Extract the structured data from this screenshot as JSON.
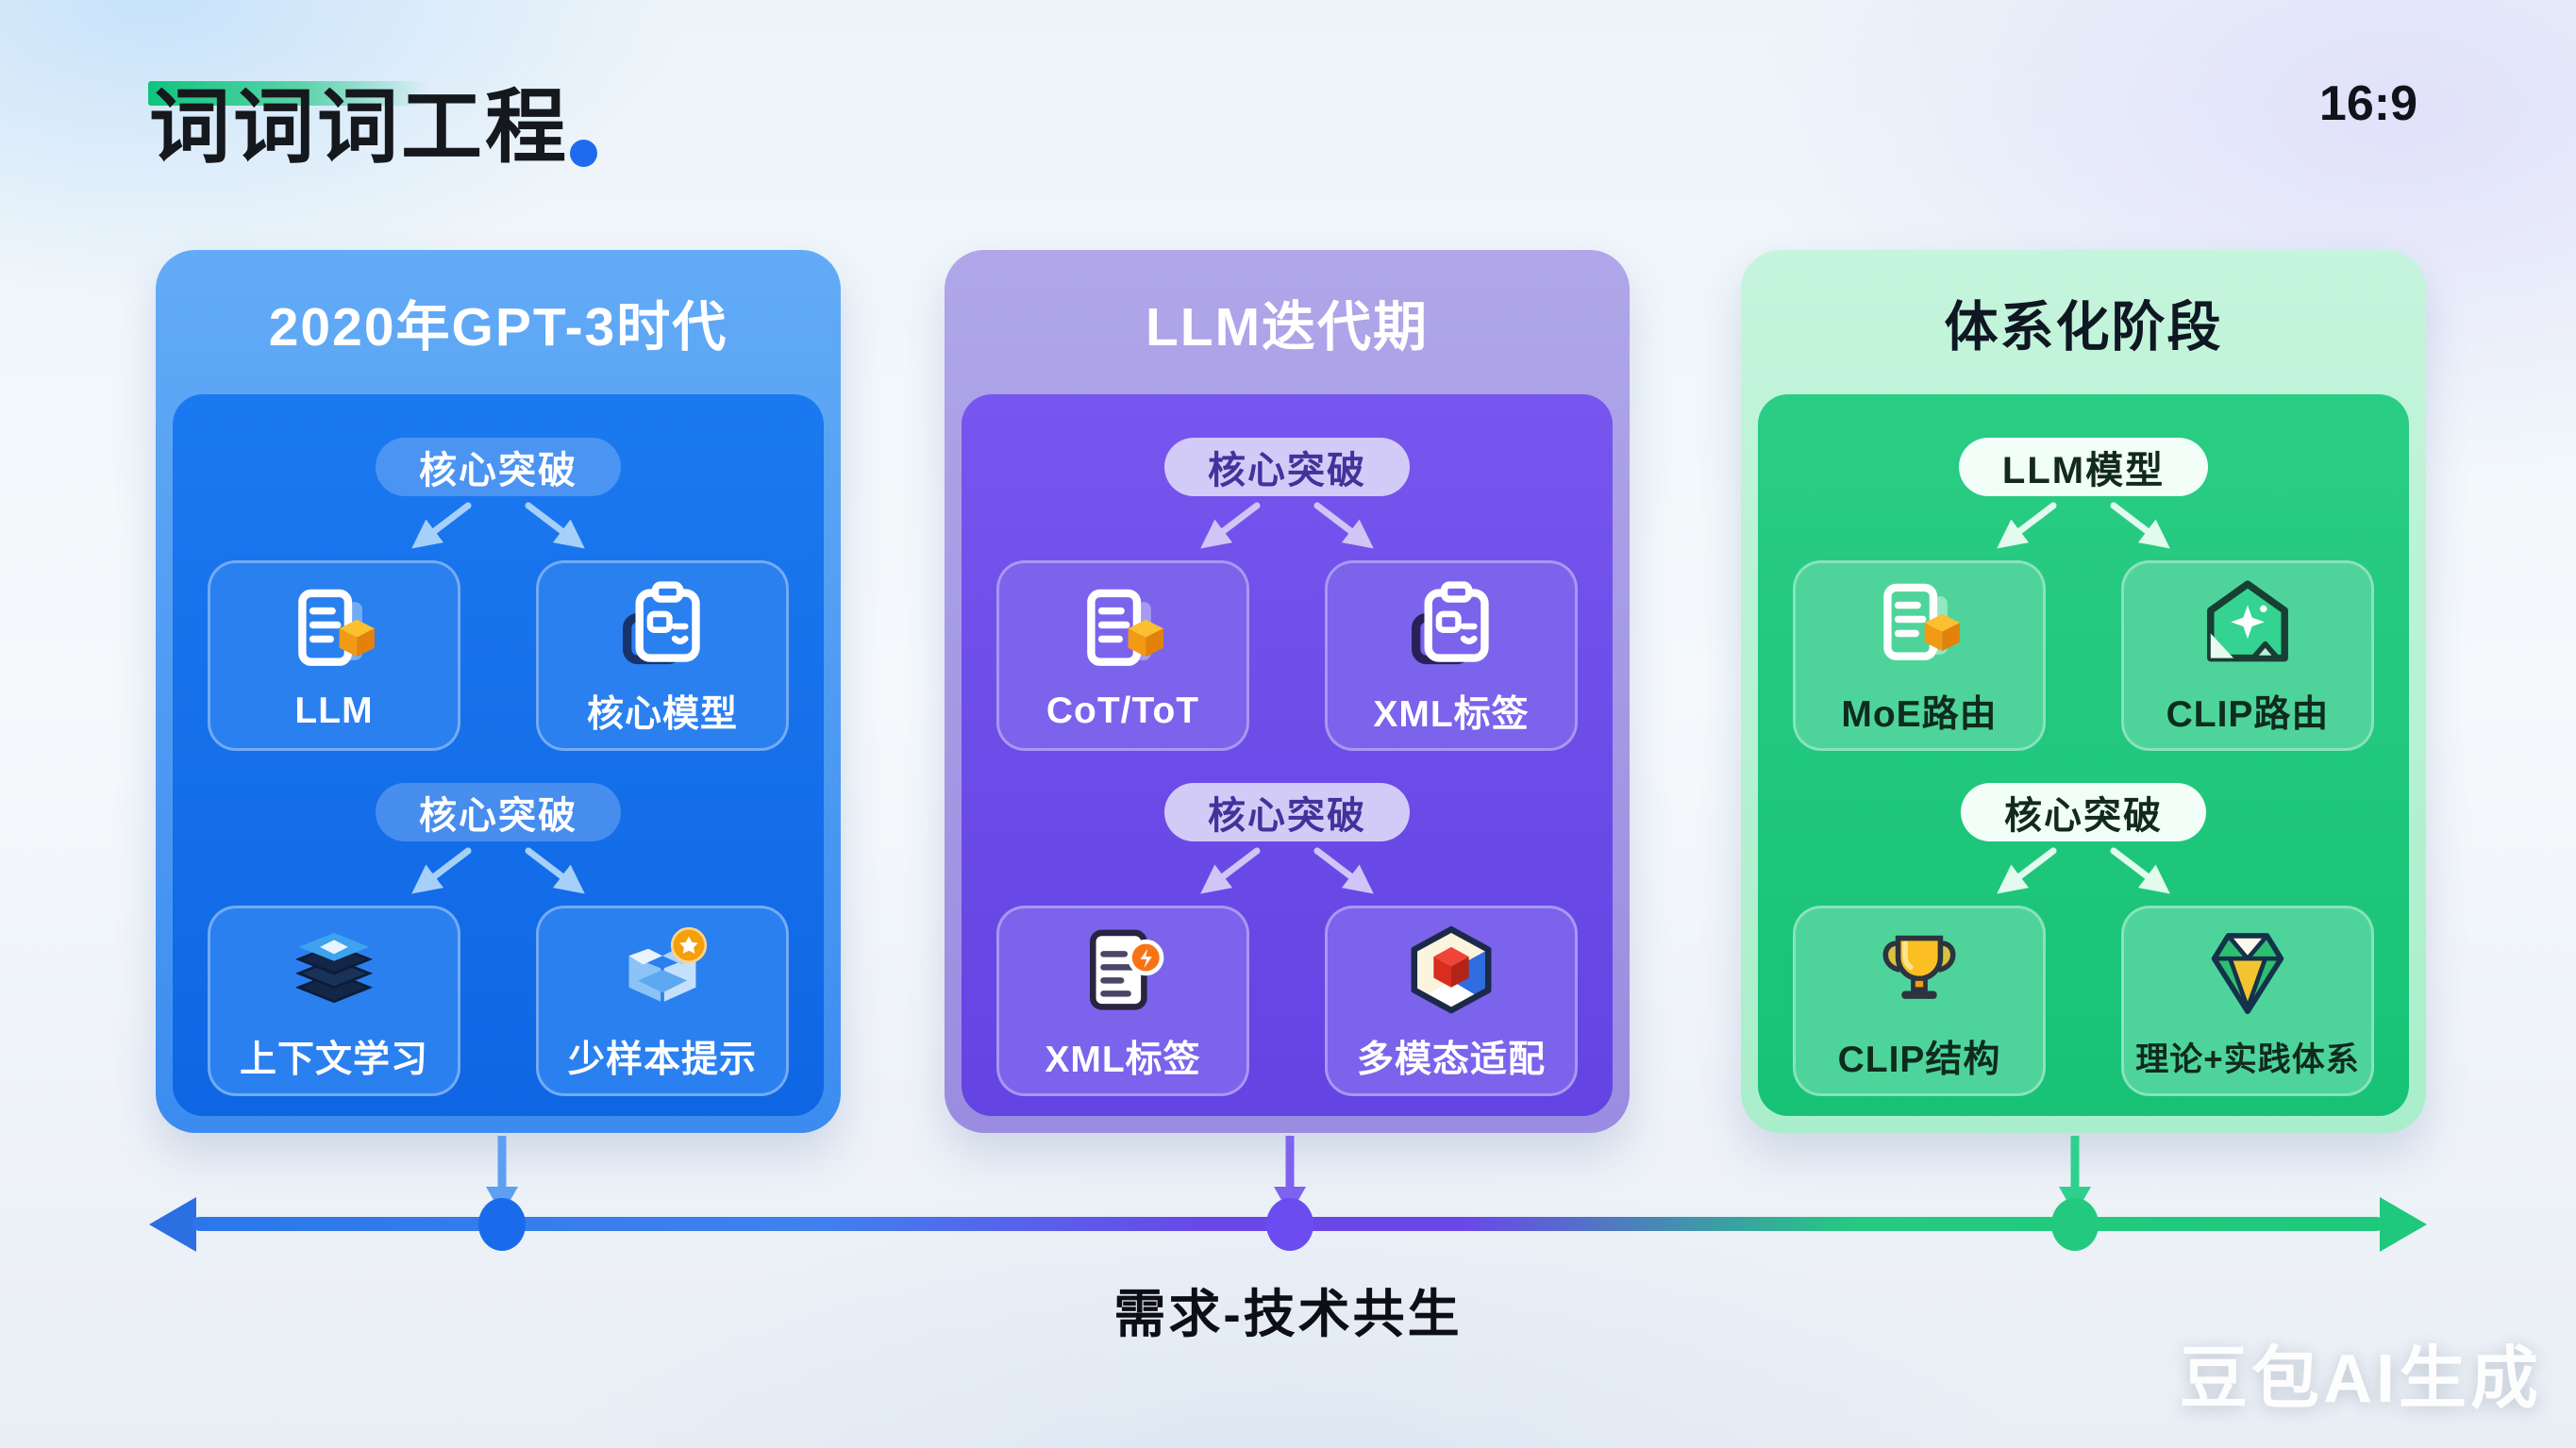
{
  "slide": {
    "title": "词词词工程",
    "aspect_ratio": "16:9",
    "timeline_caption": "需求-技术共生",
    "watermark": "豆包AI生成"
  },
  "cards": [
    {
      "title": "2020年GPT-3时代",
      "theme": "blue",
      "sections": [
        {
          "badge": "核心突破",
          "tiles": [
            {
              "label": "LLM",
              "icon": "doc-cube"
            },
            {
              "label": "核心模型",
              "icon": "clipboard"
            }
          ]
        },
        {
          "badge": "核心突破",
          "tiles": [
            {
              "label": "上下文学习",
              "icon": "layers"
            },
            {
              "label": "少样本提示",
              "icon": "box-coin"
            }
          ]
        }
      ]
    },
    {
      "title": "LLM迭代期",
      "theme": "purple",
      "sections": [
        {
          "badge": "核心突破",
          "tiles": [
            {
              "label": "CoT/ToT",
              "icon": "doc-cube"
            },
            {
              "label": "XML标签",
              "icon": "clipboard"
            }
          ]
        },
        {
          "badge": "核心突破",
          "tiles": [
            {
              "label": "XML标签",
              "icon": "doc-badge"
            },
            {
              "label": "多模态适配",
              "icon": "hex-cube"
            }
          ]
        }
      ]
    },
    {
      "title": "体系化阶段",
      "theme": "green",
      "sections": [
        {
          "badge": "LLM模型",
          "tiles": [
            {
              "label": "MoE路由",
              "icon": "doc-cube"
            },
            {
              "label": "CLIP路由",
              "icon": "house-plus"
            }
          ]
        },
        {
          "badge": "核心突破",
          "tiles": [
            {
              "label": "CLIP结构",
              "icon": "trophy"
            },
            {
              "label": "理论+实践体系",
              "icon": "diamond"
            }
          ]
        }
      ]
    }
  ],
  "colors": {
    "blue_panel": "#1472EC",
    "purple_panel": "#6A48E8",
    "green_panel": "#1FC87C",
    "timeline_blue": "#2B77EA",
    "timeline_purple": "#6A48E8",
    "timeline_green": "#1FC87C",
    "title_accent_dot": "#1F6BF0",
    "title_underline": "#12C17E",
    "cube_orange": "#F5A623"
  }
}
